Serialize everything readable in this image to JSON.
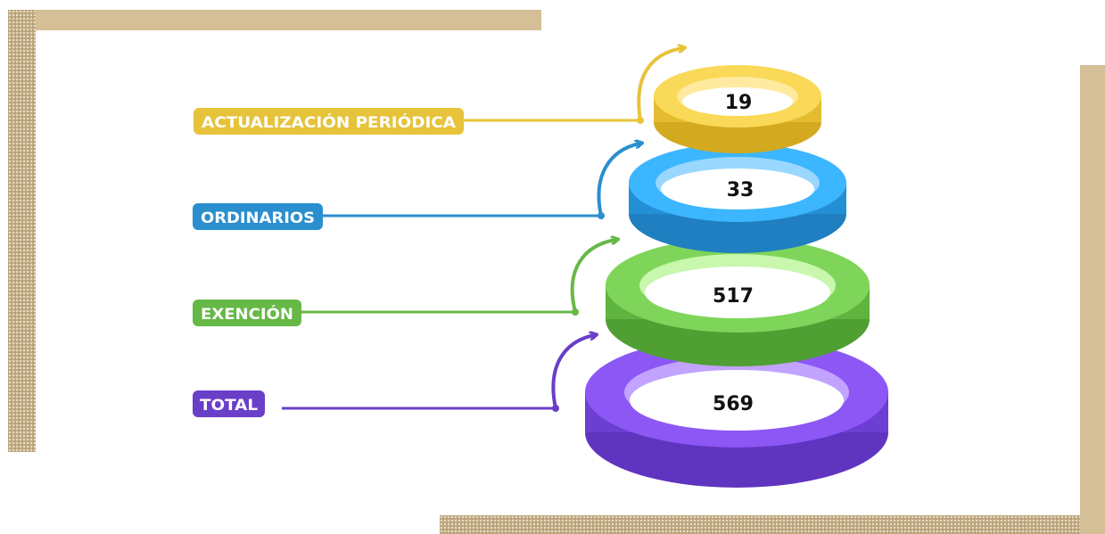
{
  "colors": {
    "frame_tan": "#d4bf96",
    "frame_dots": "#b9a37a",
    "yellow": "#e6c33a",
    "blue": "#2a8fcf",
    "green": "#66b847",
    "purple": "#6a3fc8"
  },
  "levels": [
    {
      "label": "ACTUALIZACIÓN PERIÓDICA",
      "value": "19"
    },
    {
      "label": "ORDINARIOS",
      "value": "33"
    },
    {
      "label": "EXENCIÓN",
      "value": "517"
    },
    {
      "label": "TOTAL",
      "value": "569"
    }
  ]
}
